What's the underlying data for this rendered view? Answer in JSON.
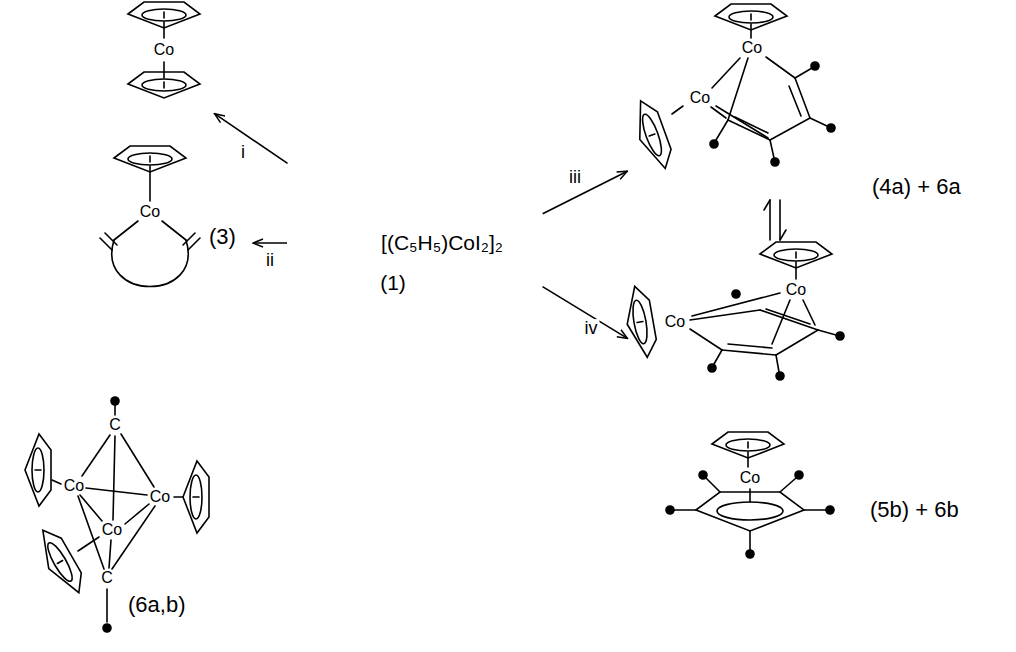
{
  "diagram": {
    "nodes": [
      {
        "text": [
          "Co"
        ]
      },
      {
        "text": [
          "Co",
          "(3)"
        ]
      },
      {
        "text": [
          "[(C₅H₅)CoI₂]₂",
          "(1)"
        ]
      },
      {
        "text": [
          "Co",
          "Co",
          "Co",
          "Co",
          "(4a) + 6a"
        ]
      },
      {
        "text": [
          "Co",
          "(5b) + 6b"
        ]
      },
      {
        "text": [
          "C",
          "Co",
          "Co",
          "Co",
          "C",
          "(6a,b)"
        ]
      }
    ],
    "edges": [
      {
        "from": 2,
        "to": 0,
        "arrow": "to",
        "label": "i"
      },
      {
        "from": 2,
        "to": 1,
        "arrow": "to",
        "label": "ii"
      },
      {
        "from": 2,
        "to": 3,
        "arrow": "to",
        "label": "iii"
      },
      {
        "from": 2,
        "to": 4,
        "arrow": "to",
        "label": "iv"
      }
    ]
  }
}
